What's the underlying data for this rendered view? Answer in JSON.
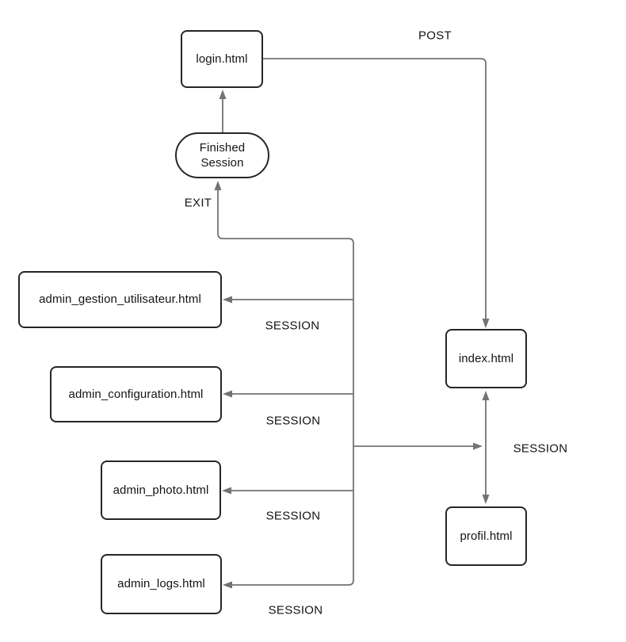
{
  "nodes": {
    "login": "login.html",
    "finished_session": "Finished\nSession",
    "admin_gestion": "admin_gestion_utilisateur.html",
    "admin_configuration": "admin_configuration.html",
    "admin_photo": "admin_photo.html",
    "admin_logs": "admin_logs.html",
    "index": "index.html",
    "profil": "profil.html"
  },
  "edge_labels": {
    "post": "POST",
    "exit": "EXIT",
    "session_admin_gestion": "SESSION",
    "session_admin_configuration": "SESSION",
    "session_admin_photo": "SESSION",
    "session_admin_logs": "SESSION",
    "session_index_profil": "SESSION"
  },
  "colors": {
    "edge": "#737373",
    "node_border": "#262626",
    "text": "#141414",
    "background": "#ffffff"
  }
}
